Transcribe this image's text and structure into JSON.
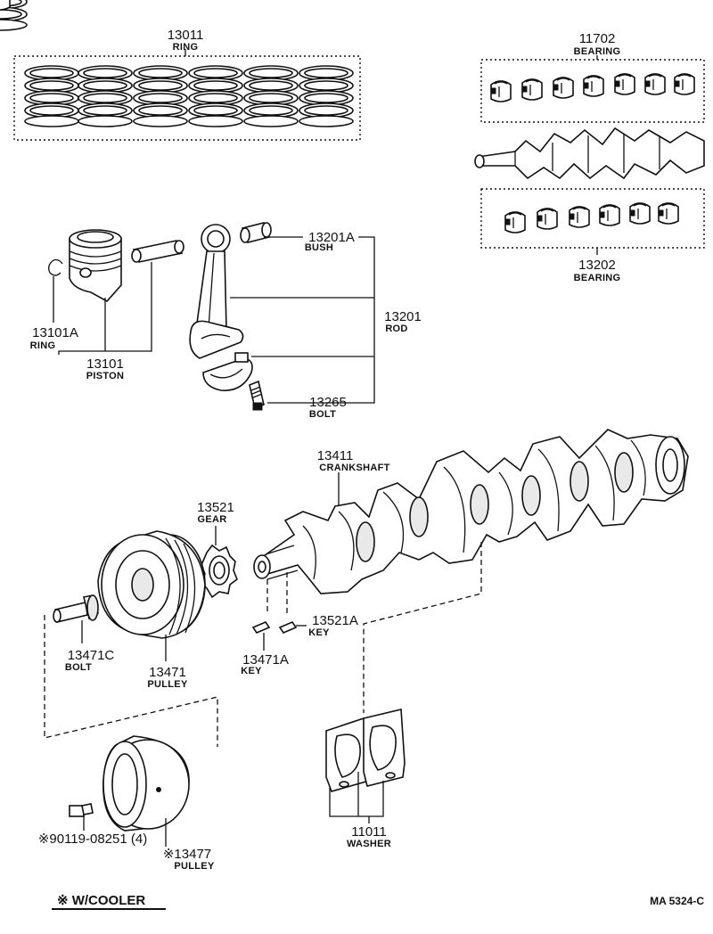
{
  "parts": {
    "ring_set": {
      "number": "13011",
      "name": "RING"
    },
    "main_bearing_upper": {
      "number": "11702",
      "name": "BEARING"
    },
    "main_bearing_lower": {
      "number": "13202",
      "name": "BEARING"
    },
    "bush": {
      "number": "13201A",
      "name": "BUSH"
    },
    "rod": {
      "number": "13201",
      "name": "ROD"
    },
    "piston_ring": {
      "number": "13101A",
      "name": "RING"
    },
    "piston": {
      "number": "13101",
      "name": "PISTON"
    },
    "rod_bolt": {
      "number": "13265",
      "name": "BOLT"
    },
    "crankshaft": {
      "number": "13411",
      "name": "CRANKSHAFT"
    },
    "gear": {
      "number": "13521",
      "name": "GEAR"
    },
    "gear_key": {
      "number": "13521A",
      "name": "KEY"
    },
    "pulley_key": {
      "number": "13471A",
      "name": "KEY"
    },
    "pulley_bolt": {
      "number": "13471C",
      "name": "BOLT"
    },
    "pulley": {
      "number": "13471",
      "name": "PULLEY"
    },
    "washer": {
      "number": "11011",
      "name": "WASHER"
    },
    "cooler_bolt": {
      "number": "※90119-08251 (4)"
    },
    "cooler_pulley": {
      "number": "※13477",
      "name": "PULLEY"
    }
  },
  "legend": {
    "note": "※ W/COOLER"
  },
  "figure_code": "MA  5324-C"
}
